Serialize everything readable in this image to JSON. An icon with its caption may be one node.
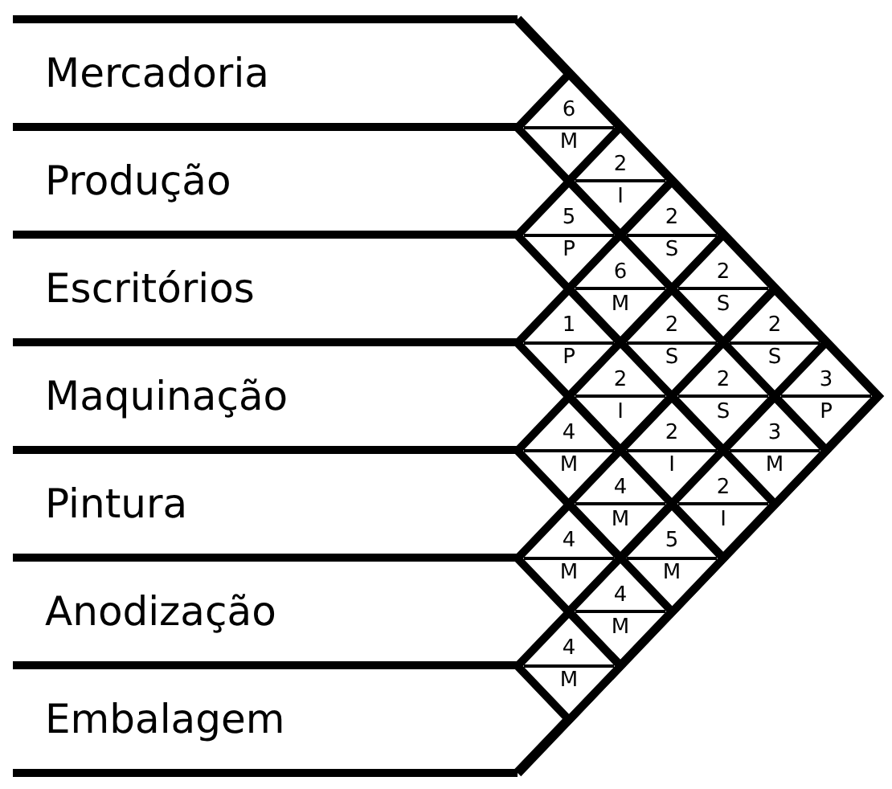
{
  "diagram": {
    "nodes": [
      {
        "text": [
          "Mercadoria"
        ]
      },
      {
        "text": [
          "Produção"
        ]
      },
      {
        "text": [
          "Escritórios"
        ]
      },
      {
        "text": [
          "Maquinação"
        ]
      },
      {
        "text": [
          "Pintura"
        ]
      },
      {
        "text": [
          "Anodização"
        ]
      },
      {
        "text": [
          "Embalagem"
        ]
      },
      {
        "text": [
          "6",
          "M"
        ]
      },
      {
        "text": [
          "2",
          "I"
        ]
      },
      {
        "text": [
          "5",
          "P"
        ]
      },
      {
        "text": [
          "2",
          "S"
        ]
      },
      {
        "text": [
          "6",
          "M"
        ]
      },
      {
        "text": [
          "2",
          "S"
        ]
      },
      {
        "text": [
          "1",
          "P"
        ]
      },
      {
        "text": [
          "2",
          "S"
        ]
      },
      {
        "text": [
          "2",
          "S"
        ]
      },
      {
        "text": [
          "2",
          "I"
        ]
      },
      {
        "text": [
          "2",
          "S"
        ]
      },
      {
        "text": [
          "3",
          "P"
        ]
      },
      {
        "text": [
          "4",
          "M"
        ]
      },
      {
        "text": [
          "2",
          "I"
        ]
      },
      {
        "text": [
          "3",
          "M"
        ]
      },
      {
        "text": [
          "4",
          "M"
        ]
      },
      {
        "text": [
          "2",
          "I"
        ]
      },
      {
        "text": [
          "4",
          "M"
        ]
      },
      {
        "text": [
          "5",
          "M"
        ]
      },
      {
        "text": [
          "4",
          "M"
        ]
      },
      {
        "text": [
          "4",
          "M"
        ]
      }
    ]
  }
}
